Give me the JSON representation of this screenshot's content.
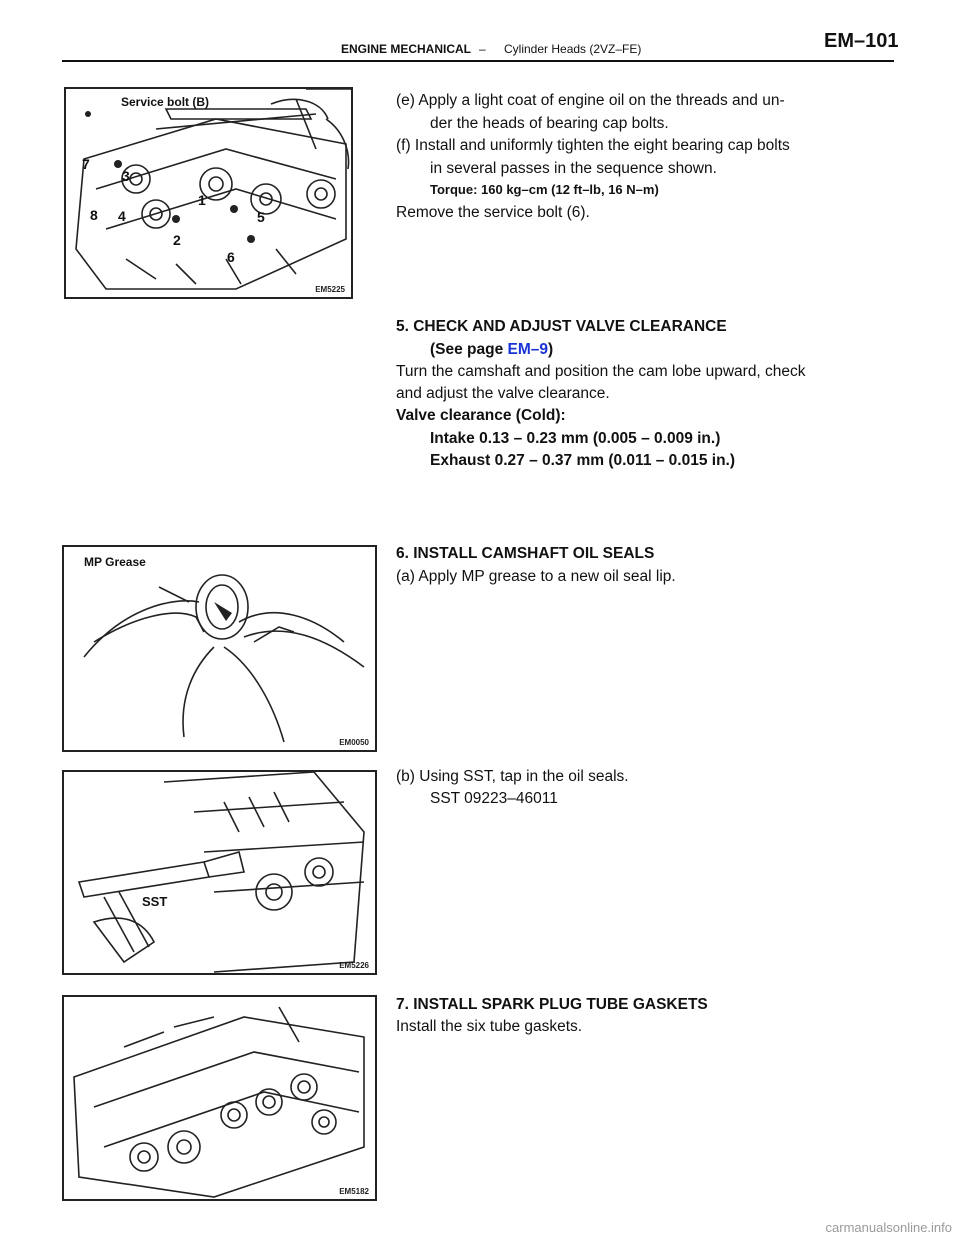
{
  "header": {
    "section": "ENGINE MECHANICAL",
    "dash": "–",
    "subsection": "Cylinder Heads (2VZ–FE)",
    "page": "EM–101"
  },
  "figures": {
    "fig1": {
      "label": "Service bolt (B)",
      "numbers": [
        "7",
        "3",
        "8",
        "4",
        "1",
        "2",
        "5",
        "6"
      ],
      "code": "EM5225"
    },
    "fig2": {
      "label": "MP Grease",
      "code": "EM0050"
    },
    "fig3": {
      "label": "SST",
      "code": "EM5226"
    },
    "fig4": {
      "code": "EM5182"
    }
  },
  "steps": {
    "e_line1": "(e) Apply a light coat of engine oil on the threads and un-",
    "e_line2": "der the heads of bearing cap bolts.",
    "f_line1": "(f) Install and uniformly tighten the eight bearing cap bolts",
    "f_line2": "in several passes in the sequence shown.",
    "torque": "Torque: 160 kg–cm (12 ft–lb, 16 N–m)",
    "remove": "Remove the service bolt (6).",
    "s5_title": "5. CHECK AND ADJUST VALVE CLEARANCE",
    "s5_see_pre": "(See page ",
    "s5_see_link": "EM–9",
    "s5_see_post": ")",
    "s5_line1": "Turn the camshaft and position the cam lobe upward, check",
    "s5_line2": "and adjust the valve clearance.",
    "s5_spec_title": "Valve clearance (Cold):",
    "s5_intake": "Intake 0.13 – 0.23 mm (0.005 – 0.009 in.)",
    "s5_exhaust": "Exhaust 0.27 – 0.37 mm (0.011 – 0.015 in.)",
    "s6_title": "6. INSTALL CAMSHAFT OIL SEALS",
    "s6_a": "(a) Apply MP grease to a new oil seal lip.",
    "s6_b": "(b) Using SST, tap in the oil seals.",
    "s6_sst": "SST  09223–46011",
    "s7_title": "7. INSTALL SPARK PLUG TUBE GASKETS",
    "s7_line": "Install the six tube gaskets."
  },
  "watermark": "carmanualsonline.info"
}
